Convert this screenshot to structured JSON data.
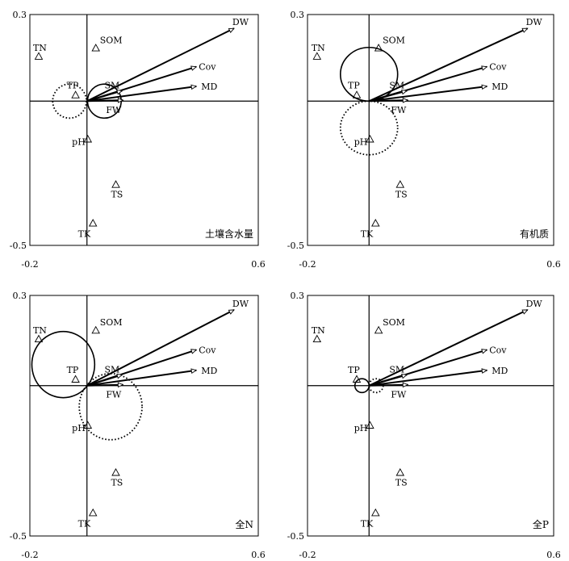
{
  "chart_data": [
    {
      "type": "scatter",
      "title": "土壤含水量",
      "xlim": [
        -0.2,
        0.6
      ],
      "ylim": [
        -0.5,
        0.3
      ],
      "x_tick_labels": [
        "-0.2",
        "0.6"
      ],
      "y_tick_labels": [
        "0.3",
        "-0.5"
      ],
      "arrows": [
        {
          "label": "DW",
          "x": 0.515,
          "y": 0.252
        },
        {
          "label": "Cov",
          "x": 0.383,
          "y": 0.119
        },
        {
          "label": "MD",
          "x": 0.383,
          "y": 0.051
        },
        {
          "label": "SM",
          "x": 0.123,
          "y": 0.036
        },
        {
          "label": "FW",
          "x": 0.126,
          "y": 0.003
        }
      ],
      "points": [
        {
          "label": "TN",
          "x": -0.169,
          "y": 0.155
        },
        {
          "label": "SOM",
          "x": 0.031,
          "y": 0.184
        },
        {
          "label": "TP",
          "x": -0.04,
          "y": 0.021
        },
        {
          "label": "pH",
          "x": 0.003,
          "y": -0.132
        },
        {
          "label": "TS",
          "x": 0.101,
          "y": -0.289
        },
        {
          "label": "TK",
          "x": 0.021,
          "y": -0.423
        }
      ],
      "circles": [
        {
          "cx": -0.061,
          "cy": 0.0,
          "r": 0.059,
          "style": "dotted"
        },
        {
          "cx": 0.061,
          "cy": 0.0,
          "r": 0.059,
          "style": "solid"
        }
      ]
    },
    {
      "type": "scatter",
      "title": "有机质",
      "xlim": [
        -0.2,
        0.6
      ],
      "ylim": [
        -0.5,
        0.3
      ],
      "x_tick_labels": [
        "-0.2",
        "0.6"
      ],
      "y_tick_labels": [
        "0.3",
        "-0.5"
      ],
      "arrows": [
        {
          "label": "DW",
          "x": 0.515,
          "y": 0.252
        },
        {
          "label": "Cov",
          "x": 0.383,
          "y": 0.119
        },
        {
          "label": "MD",
          "x": 0.383,
          "y": 0.051
        },
        {
          "label": "SM",
          "x": 0.123,
          "y": 0.036
        },
        {
          "label": "FW",
          "x": 0.126,
          "y": 0.003
        }
      ],
      "points": [
        {
          "label": "TN",
          "x": -0.169,
          "y": 0.155
        },
        {
          "label": "SOM",
          "x": 0.031,
          "y": 0.184
        },
        {
          "label": "TP",
          "x": -0.04,
          "y": 0.021
        },
        {
          "label": "pH",
          "x": 0.003,
          "y": -0.132
        },
        {
          "label": "TS",
          "x": 0.101,
          "y": -0.289
        },
        {
          "label": "TK",
          "x": 0.021,
          "y": -0.423
        }
      ],
      "circles": [
        {
          "cx": 0.0,
          "cy": 0.093,
          "r": 0.093,
          "style": "solid"
        },
        {
          "cx": 0.0,
          "cy": -0.093,
          "r": 0.093,
          "style": "dotted"
        }
      ]
    },
    {
      "type": "scatter",
      "title": "全N",
      "xlim": [
        -0.2,
        0.6
      ],
      "ylim": [
        -0.5,
        0.3
      ],
      "x_tick_labels": [
        "-0.2",
        "0.6"
      ],
      "y_tick_labels": [
        "0.3",
        "-0.5"
      ],
      "arrows": [
        {
          "label": "DW",
          "x": 0.515,
          "y": 0.252
        },
        {
          "label": "Cov",
          "x": 0.383,
          "y": 0.119
        },
        {
          "label": "MD",
          "x": 0.383,
          "y": 0.051
        },
        {
          "label": "SM",
          "x": 0.123,
          "y": 0.036
        },
        {
          "label": "FW",
          "x": 0.126,
          "y": 0.003
        }
      ],
      "points": [
        {
          "label": "TN",
          "x": -0.169,
          "y": 0.155
        },
        {
          "label": "SOM",
          "x": 0.031,
          "y": 0.184
        },
        {
          "label": "TP",
          "x": -0.04,
          "y": 0.021
        },
        {
          "label": "pH",
          "x": 0.003,
          "y": -0.132
        },
        {
          "label": "TS",
          "x": 0.101,
          "y": -0.289
        },
        {
          "label": "TK",
          "x": 0.021,
          "y": -0.423
        }
      ],
      "circles": [
        {
          "cx": -0.083,
          "cy": 0.07,
          "r": 0.11,
          "style": "solid"
        },
        {
          "cx": 0.083,
          "cy": -0.07,
          "r": 0.11,
          "style": "dotted"
        }
      ]
    },
    {
      "type": "scatter",
      "title": "全P",
      "xlim": [
        -0.2,
        0.6
      ],
      "ylim": [
        -0.5,
        0.3
      ],
      "x_tick_labels": [
        "-0.2",
        "0.6"
      ],
      "y_tick_labels": [
        "0.3",
        "-0.5"
      ],
      "arrows": [
        {
          "label": "DW",
          "x": 0.515,
          "y": 0.252
        },
        {
          "label": "Cov",
          "x": 0.383,
          "y": 0.119
        },
        {
          "label": "MD",
          "x": 0.383,
          "y": 0.051
        },
        {
          "label": "SM",
          "x": 0.123,
          "y": 0.036
        },
        {
          "label": "FW",
          "x": 0.126,
          "y": 0.003
        }
      ],
      "points": [
        {
          "label": "TN",
          "x": -0.169,
          "y": 0.155
        },
        {
          "label": "SOM",
          "x": 0.031,
          "y": 0.184
        },
        {
          "label": "TP",
          "x": -0.04,
          "y": 0.021
        },
        {
          "label": "pH",
          "x": 0.003,
          "y": -0.132
        },
        {
          "label": "TS",
          "x": 0.101,
          "y": -0.289
        },
        {
          "label": "TK",
          "x": 0.021,
          "y": -0.423
        }
      ],
      "circles": [
        {
          "cx": -0.023,
          "cy": 0.0,
          "r": 0.023,
          "style": "solid"
        },
        {
          "cx": 0.023,
          "cy": 0.0,
          "r": 0.023,
          "style": "dotted"
        }
      ]
    }
  ]
}
